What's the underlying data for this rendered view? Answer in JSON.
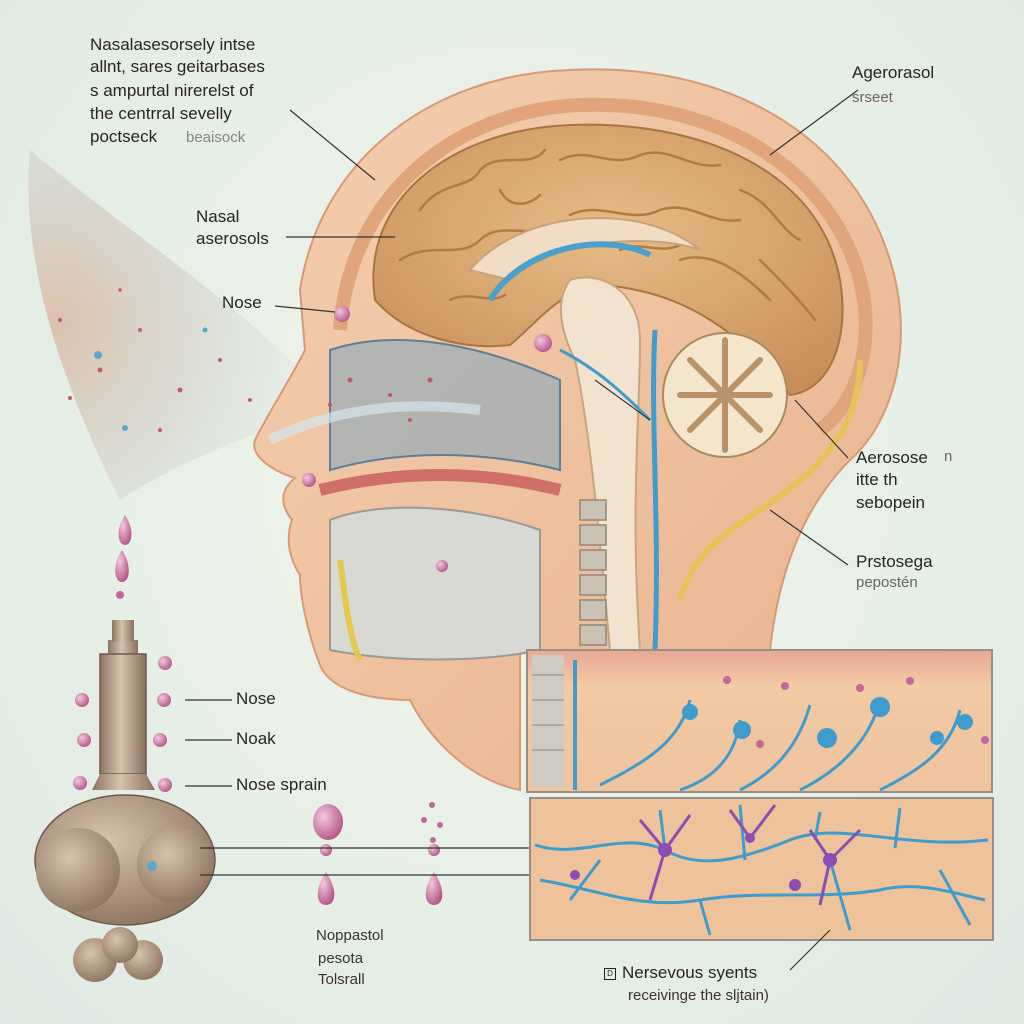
{
  "top_note": {
    "line1": "Nasalasesorsely intse",
    "line2": "allnt, sares geitarbases",
    "line3": "s ampurtal nirerelst of",
    "line4": "the centrral sevelly",
    "line5": "poctseck",
    "line5_faded": "beaisock"
  },
  "labels": {
    "agerorasol": "Agerorasol",
    "agerorasol_sub": "srseet",
    "nasal_l1": "Nasal",
    "nasal_l2": "aserosols",
    "nose_face": "Nose",
    "aerosose": "Aerosose",
    "aerosose_mark": "n",
    "aerosose_l2": "itte th",
    "aerosose_l3": "sebopein",
    "prstosega": "Prstosega",
    "prstosega_sub": "pepostén",
    "device_nose": "Nose",
    "device_noak": "Noak",
    "device_spray": "Nose sprain",
    "bottom_l1": "Noppastol",
    "bottom_l2": "pesota",
    "bottom_l3": "Tolsrall",
    "nervous_marker": "D",
    "nervous_title": "Nersevous syents",
    "nervous_sub": "receivinge the sljtain)"
  },
  "colors": {
    "brain": "#d9a56f",
    "brain_dark": "#b97f4c",
    "skin": "#f0c7a5",
    "skin_dark": "#e2aa86",
    "nerve_blue": "#3f9ccc",
    "neuron_purple": "#8a4fb0",
    "droplet_pink": "#c4679a",
    "tissue": "#f2c7a0",
    "device_metal": "#b89d84"
  }
}
